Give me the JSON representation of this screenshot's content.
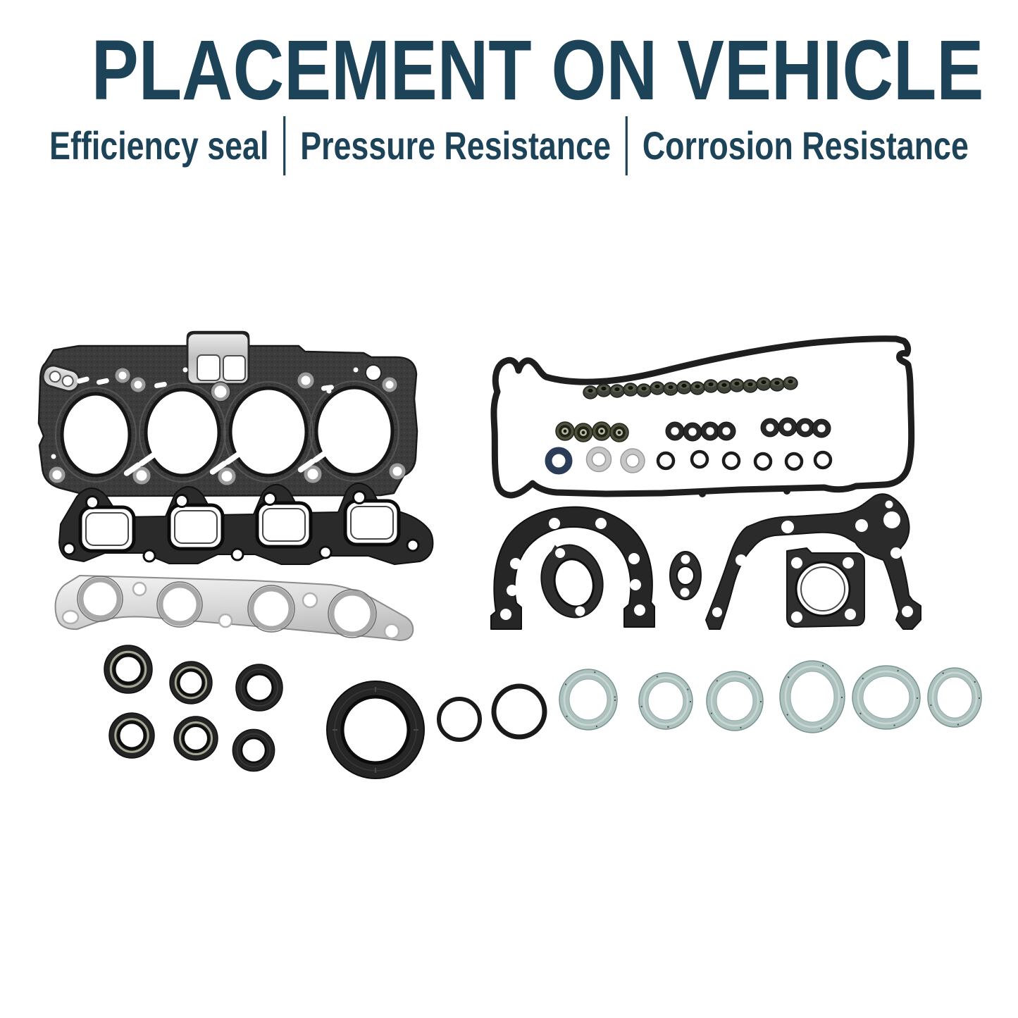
{
  "header": {
    "title": "PLACEMENT ON VEHICLE",
    "features": [
      "Efficiency seal",
      "Pressure Resistance",
      "Corrosion Resistance"
    ],
    "text_color": "#1d4358"
  },
  "product": {
    "description": "Complete engine gasket and seal kit laid out on white background",
    "colors": {
      "gasket_black": "#2b2b2b",
      "gasket_texture_gray": "#3c3c3c",
      "metal_silver": "#d6d6d6",
      "crush_washer_teal": "#adc2be",
      "navy_ring": "#2b3c58",
      "olive_grommet": "#4e523c"
    },
    "parts": [
      {
        "id": "cylinder-head-gasket",
        "label": "Cylinder head gasket",
        "quantity": 1,
        "detail": "4 cylinder bores, textured black composite"
      },
      {
        "id": "exhaust-manifold-gasket",
        "label": "Exhaust manifold gasket",
        "quantity": 1,
        "detail": "4 ports with bolt tabs"
      },
      {
        "id": "metal-manifold-gasket",
        "label": "Polished metal manifold gasket",
        "quantity": 1,
        "detail": "4 round ports"
      },
      {
        "id": "valve-cover-gasket",
        "label": "Valve cover gasket loop",
        "quantity": 1
      },
      {
        "id": "valve-stem-seal",
        "label": "Valve stem seals",
        "quantity": 16
      },
      {
        "id": "olive-grommet",
        "label": "Bronze-ringed grommets",
        "quantity": 4
      },
      {
        "id": "black-grommet",
        "label": "Black rubber grommets",
        "quantity": 8
      },
      {
        "id": "navy-sealing-ring",
        "label": "Blue sealing ring",
        "quantity": 1
      },
      {
        "id": "silver-washer",
        "label": "Silver washers",
        "quantity": 2
      },
      {
        "id": "small-o-ring",
        "label": "Small O-rings",
        "quantity": 6
      },
      {
        "id": "rear-main-seal-retainer-gasket",
        "label": "Horseshoe rear main retainer gasket",
        "quantity": 1
      },
      {
        "id": "oval-port-gasket",
        "label": "Oval port gasket",
        "quantity": 1
      },
      {
        "id": "twin-hole-gasket",
        "label": "Twin-hole oval gasket",
        "quantity": 1
      },
      {
        "id": "timing-cover-gasket",
        "label": "Timing cover gasket",
        "quantity": 1
      },
      {
        "id": "water-pump-gasket",
        "label": "Water pump gasket",
        "quantity": 1
      },
      {
        "id": "camshaft-oil-seal",
        "label": "Camshaft / oil seals",
        "quantity": 4
      },
      {
        "id": "crankshaft-seal-medium",
        "label": "Crankshaft seals",
        "quantity": 2
      },
      {
        "id": "main-seal-large",
        "label": "Large front main seal",
        "quantity": 1
      },
      {
        "id": "o-ring-large",
        "label": "Thin O-rings",
        "quantity": 2
      },
      {
        "id": "exhaust-crush-washer",
        "label": "Teal exhaust crush gaskets",
        "quantity": 6
      }
    ]
  }
}
